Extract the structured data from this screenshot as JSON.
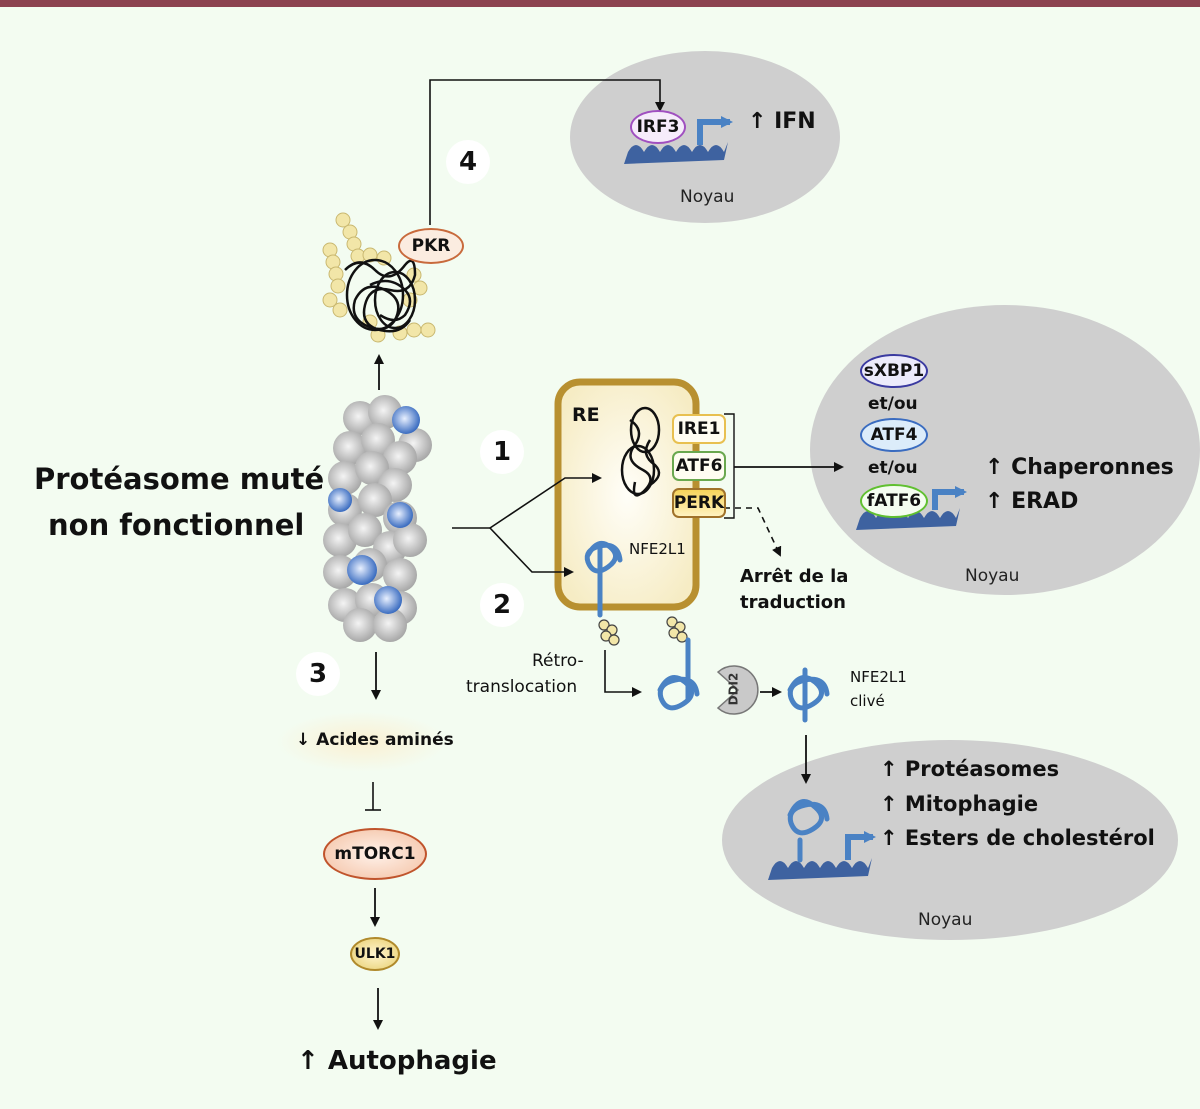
{
  "colors": {
    "header_bar": "#8c4350",
    "background": "#f3fcf1",
    "nucleus": "#cfcfcf",
    "er_border": "#b89030",
    "dna": "#3e62a0",
    "protein": "#4a82c4",
    "ubiquitin": "#f2e6a8"
  },
  "title": {
    "line1": "Protéasome muté",
    "line2": "non fonctionnel"
  },
  "steps": [
    "1",
    "2",
    "3",
    "4"
  ],
  "pathway4": {
    "kinase": "PKR",
    "nucleus": {
      "factor": "IRF3",
      "output": "↑ IFN",
      "label": "Noyau"
    }
  },
  "pathway1": {
    "compartment": "RE",
    "sensors": [
      "IRE1",
      "ATF6",
      "PERK"
    ],
    "perk_output_line1": "Arrêt de la",
    "perk_output_line2": "traduction",
    "nucleus": {
      "factors": [
        "sXBP1",
        "ATF4",
        "fATF6"
      ],
      "connector": "et/ou",
      "outputs": [
        "↑ Chaperonnes",
        "↑ ERAD"
      ],
      "label": "Noyau"
    }
  },
  "pathway2": {
    "protein": "NFE2L1",
    "retro_line1": "Rétro-",
    "retro_line2": "translocation",
    "protease": "DDI2",
    "cleaved_line1": "NFE2L1",
    "cleaved_line2": "clivé",
    "nucleus": {
      "outputs": [
        "↑ Protéasomes",
        "↑ Mitophagie",
        "↑ Esters de cholestérol"
      ],
      "label": "Noyau"
    }
  },
  "pathway3": {
    "amino_acids": "↓ Acides aminés",
    "complex": "mTORC1",
    "kinase": "ULK1",
    "output": "↑ Autophagie"
  }
}
